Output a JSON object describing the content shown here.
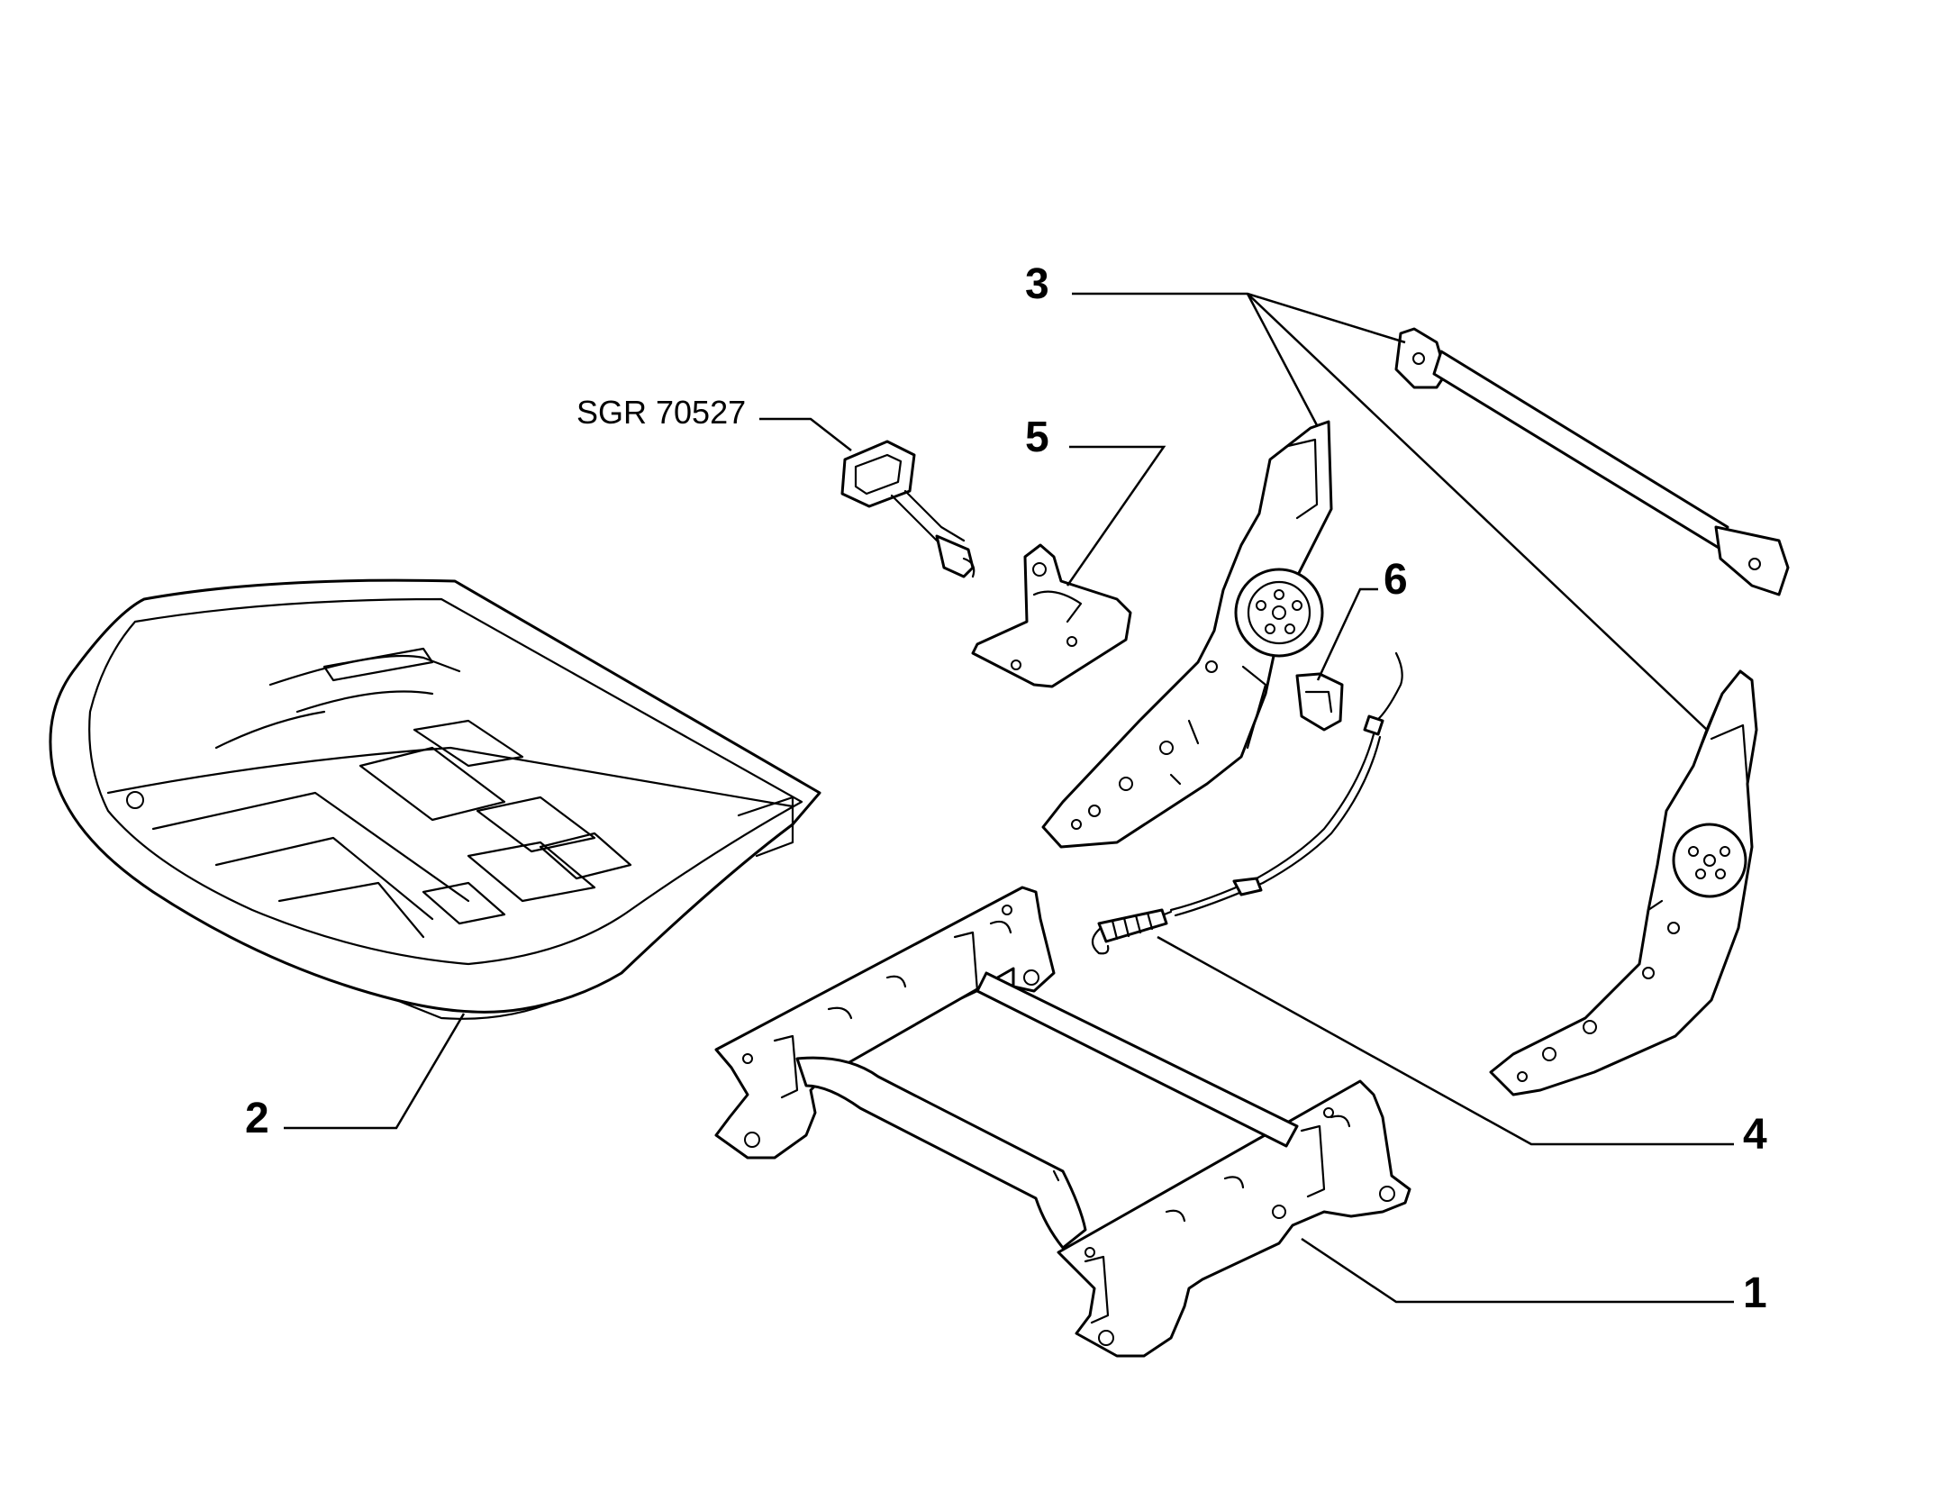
{
  "diagram": {
    "reference_code": "SGR 70527",
    "callouts": [
      {
        "id": "1",
        "label": "1"
      },
      {
        "id": "2",
        "label": "2"
      },
      {
        "id": "3",
        "label": "3"
      },
      {
        "id": "4",
        "label": "4"
      },
      {
        "id": "5",
        "label": "5"
      },
      {
        "id": "6",
        "label": "6"
      }
    ],
    "colors": {
      "line": "#000000",
      "background": "#ffffff"
    }
  }
}
